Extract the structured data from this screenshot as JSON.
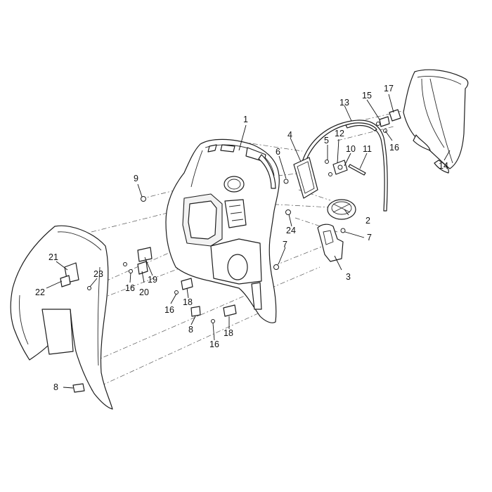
{
  "diagram": {
    "callouts": {
      "c1": "1",
      "c2": "2",
      "c3": "3",
      "c4": "4",
      "c5": "5",
      "c6": "6",
      "c7a": "7",
      "c7b": "7",
      "c8a": "8",
      "c8b": "8",
      "c9": "9",
      "c10": "10",
      "c11": "11",
      "c12": "12",
      "c13": "13",
      "c14": "14",
      "c15": "15",
      "c16a": "16",
      "c16b": "16",
      "c16c": "16",
      "c16d": "16",
      "c17": "17",
      "c18a": "18",
      "c18b": "18",
      "c19": "19",
      "c20": "20",
      "c21": "21",
      "c22": "22",
      "c23": "23",
      "c24": "24"
    },
    "colors": {
      "line": "#1e1e1e",
      "background": "#ffffff"
    }
  }
}
